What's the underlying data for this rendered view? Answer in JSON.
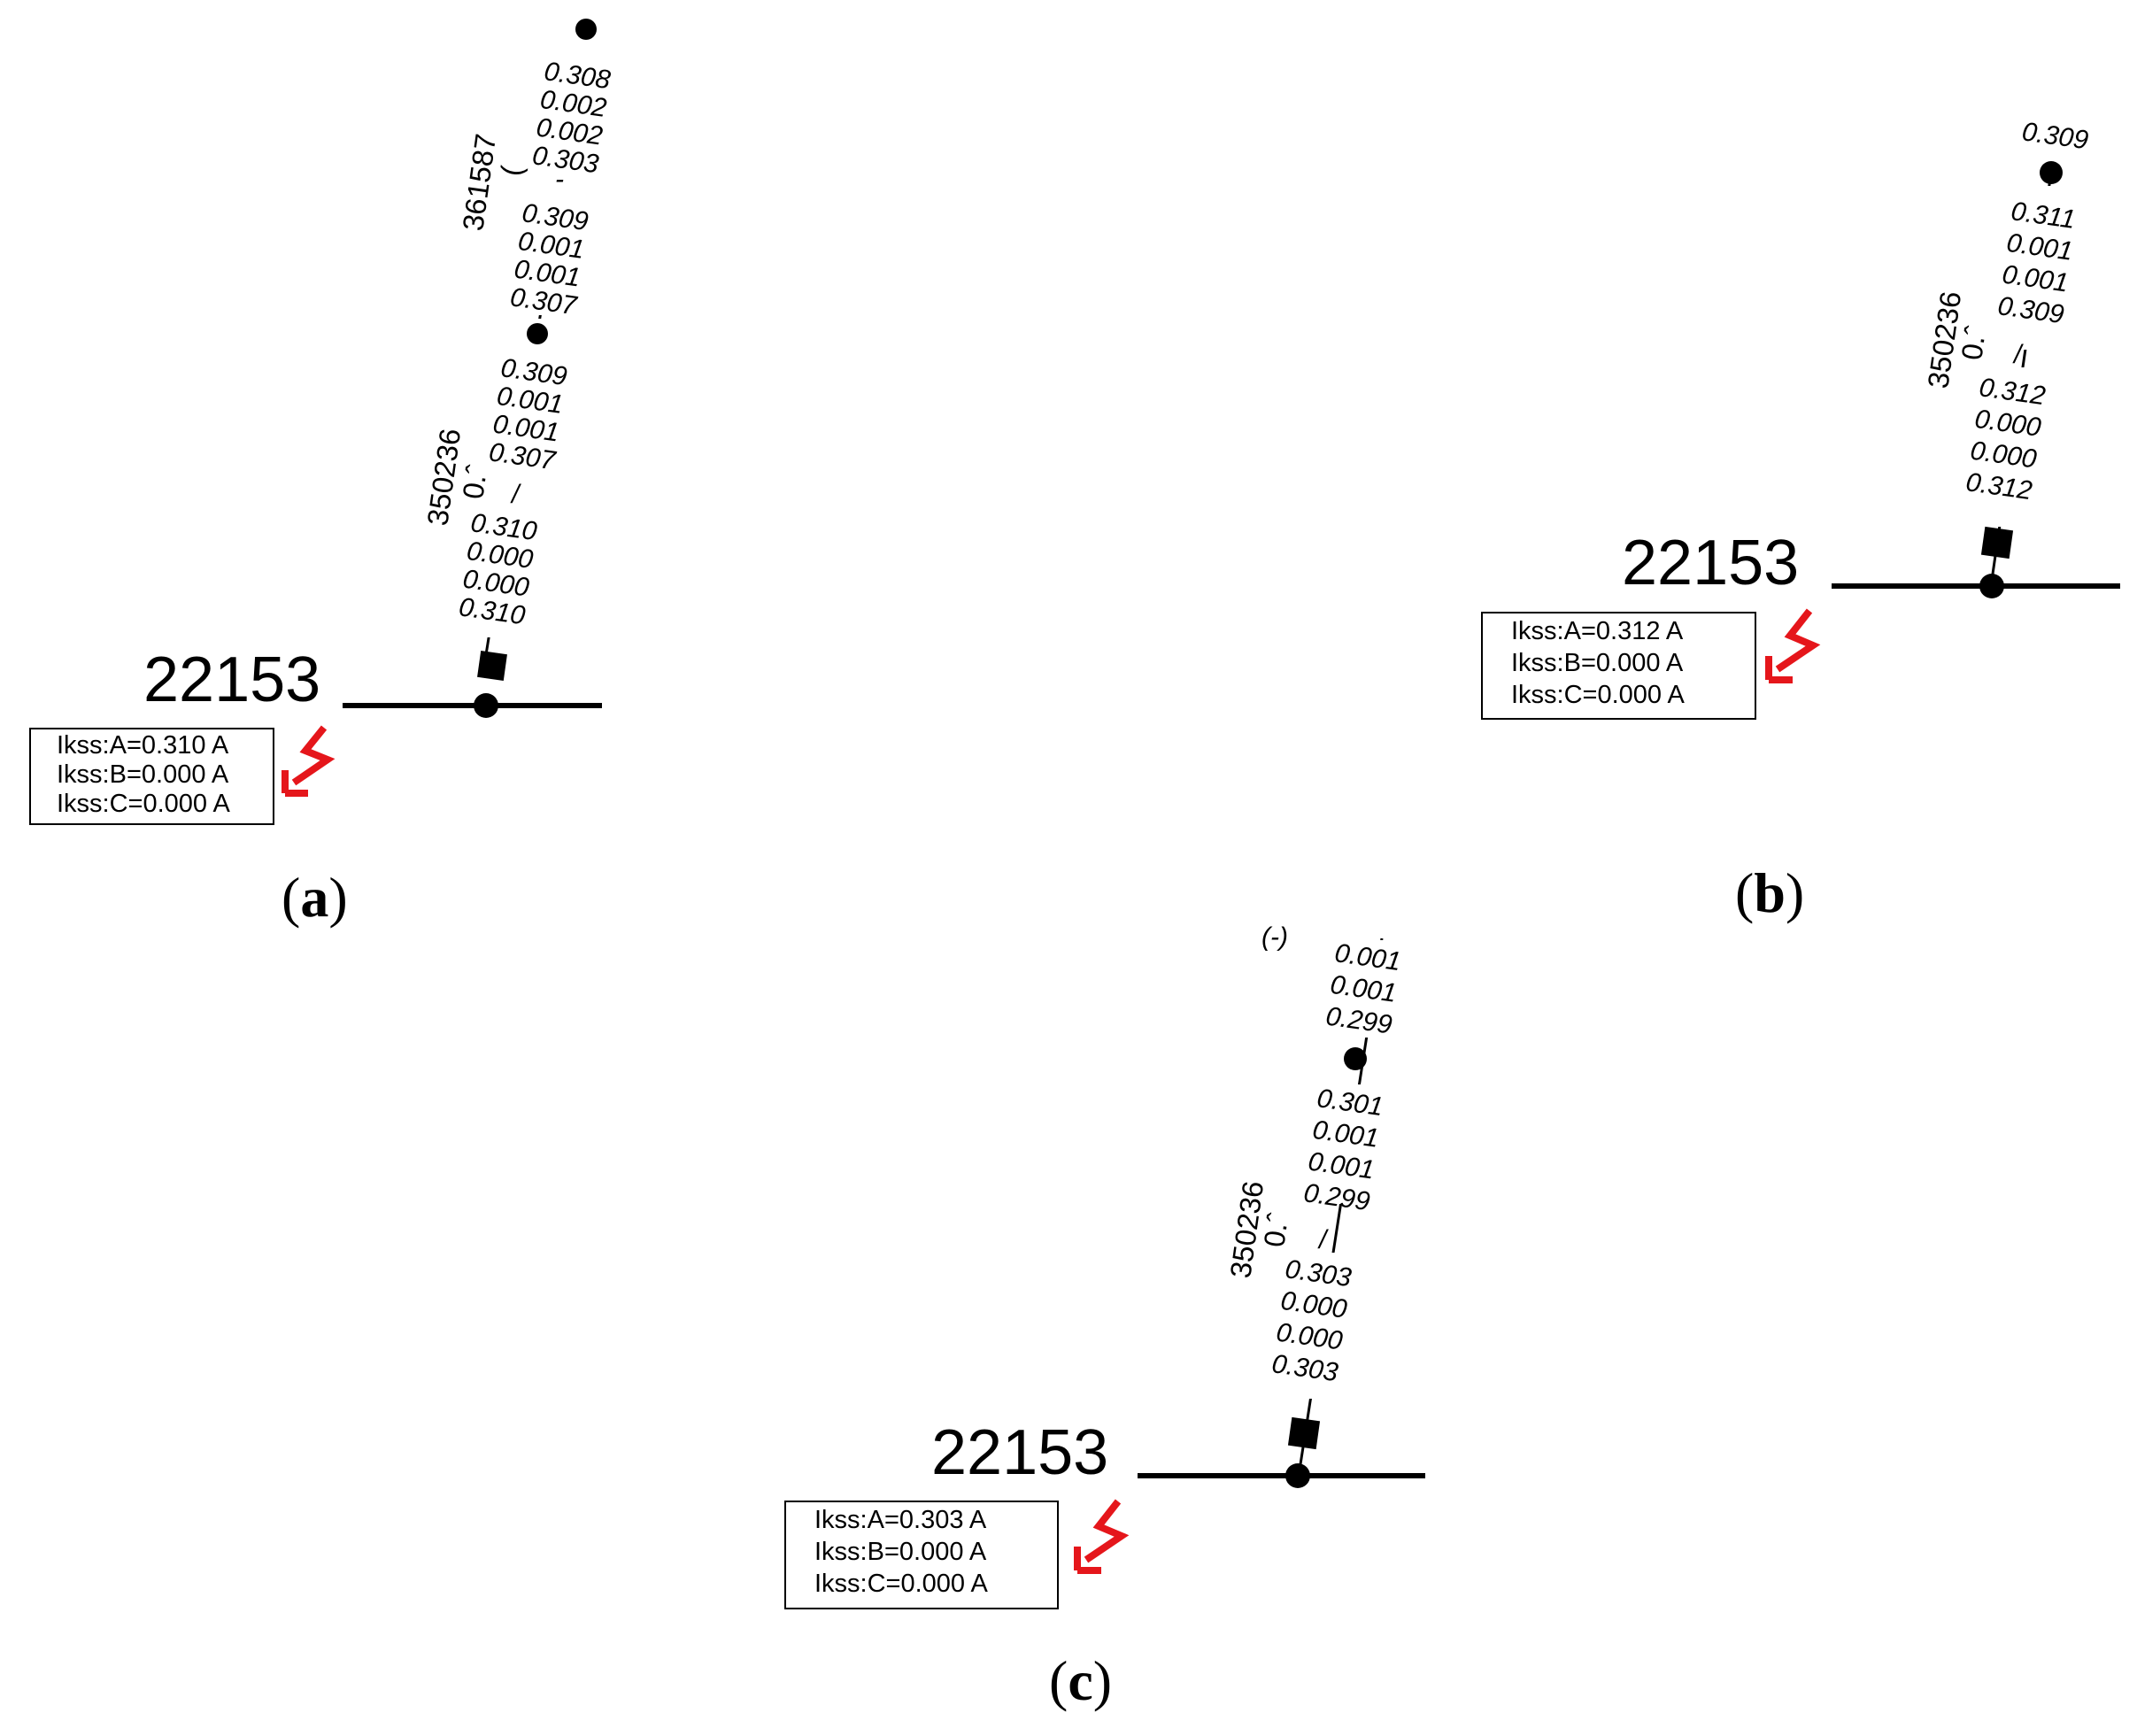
{
  "panels": {
    "a": {
      "caption_open": "(",
      "caption_letter": "a",
      "caption_close": ")",
      "bus_label": "22153",
      "node_label_top": "361587",
      "node_label_top_mark": "(",
      "node_label_bottom": "350236",
      "node_label_bottom_mark": "0.ˆ",
      "dash_top": "-",
      "dash_bottom": "/",
      "group1": [
        "0.308",
        "0.002",
        "0.002",
        "0.303"
      ],
      "group2": [
        "0.309",
        "0.001",
        "0.001",
        "0.307"
      ],
      "group3": [
        "0.309",
        "0.001",
        "0.001",
        "0.307"
      ],
      "group4": [
        "0.310",
        "0.000",
        "0.000",
        "0.310"
      ],
      "results": [
        "Ikss:A=0.310 A",
        "Ikss:B=0.000 A",
        "Ikss:C=0.000 A"
      ]
    },
    "b": {
      "caption_open": "(",
      "caption_letter": "b",
      "caption_close": ")",
      "bus_label": "22153",
      "top_value": "0.309",
      "node_label": "350236",
      "node_label_mark": "0.ˆ",
      "dash": "/",
      "group1": [
        "0.311",
        "0.001",
        "0.001",
        "0.309"
      ],
      "group2": [
        "0.312",
        "0.000",
        "0.000",
        "0.312"
      ],
      "results": [
        "Ikss:A=0.312 A",
        "Ikss:B=0.000 A",
        "Ikss:C=0.000 A"
      ]
    },
    "c": {
      "caption_open": "(",
      "caption_letter": "c",
      "caption_close": ")",
      "bus_label": "22153",
      "top_mark": "(‑)",
      "node_label": "350236",
      "node_label_mark": "0.ˆ",
      "dash": "/",
      "group1": [
        "0.001",
        "0.001",
        "0.299"
      ],
      "group2": [
        "0.301",
        "0.001",
        "0.001",
        "0.299"
      ],
      "group3": [
        "0.303",
        "0.000",
        "0.000",
        "0.303"
      ],
      "results": [
        "Ikss:A=0.303 A",
        "Ikss:B=0.000 A",
        "Ikss:C=0.000 A"
      ]
    }
  },
  "colors": {
    "line": "#000000",
    "fault_arrow": "#e5161b"
  }
}
